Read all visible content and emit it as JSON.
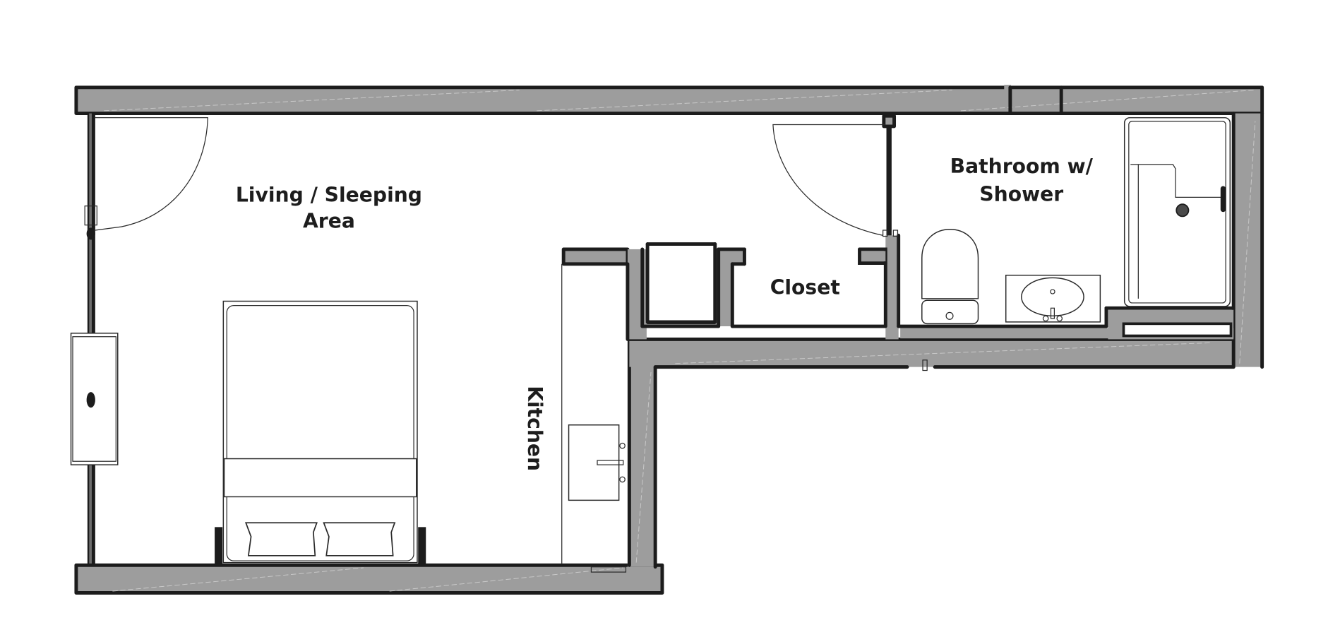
{
  "floorplan": {
    "rooms": {
      "living": {
        "line1": "Living / Sleeping",
        "line2": "Area"
      },
      "closet": {
        "label": "Closet"
      },
      "bathroom": {
        "line1": "Bathroom w/",
        "line2": "Shower"
      },
      "kitchen": {
        "label": "Kitchen"
      }
    },
    "colors": {
      "wall_fill": "#9d9d9d",
      "wall_outline": "#1c1c1c",
      "background": "#ffffff"
    }
  }
}
